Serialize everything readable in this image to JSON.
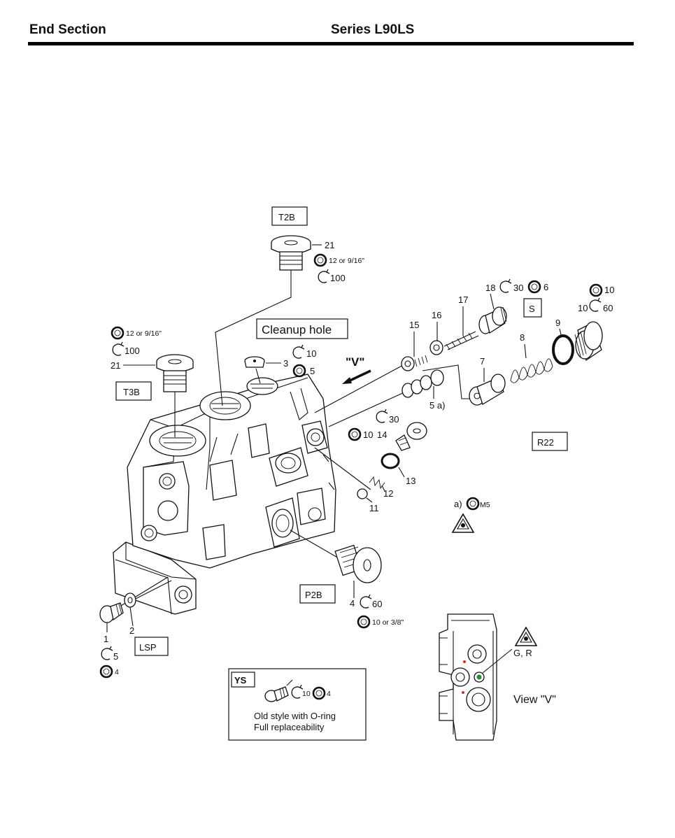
{
  "header": {
    "left_title": "End Section",
    "right_title": "Series L90LS"
  },
  "boxed_labels": {
    "t2b": "T2B",
    "t3b": "T3B",
    "cleanup": "Cleanup hole",
    "s": "S",
    "r22": "R22",
    "p2b": "P2B",
    "lsp": "LSP"
  },
  "view_arrow_label": "\"V\"",
  "callouts": {
    "n21_top": "21",
    "t2b_oring": "12 or 9/16\"",
    "t2b_torque": "100",
    "t3b_oring": "12 or 9/16\"",
    "t3b_torque": "100",
    "n21_left": "21",
    "n3": "3",
    "n3_torque": "10",
    "n3_oring": "5",
    "n15": "15",
    "n16": "16",
    "n17": "17",
    "n18": "18",
    "n18_torque": "30",
    "n18_oring": "6",
    "n10_oring": "10",
    "n10": "10",
    "n10_torque": "60",
    "n9": "9",
    "n8": "8",
    "n7": "7",
    "n5a": "5 a)",
    "n14_torque": "30",
    "n14_oring": "10",
    "n14": "14",
    "n13": "13",
    "n12": "12",
    "n11": "11",
    "note_a": "a)",
    "note_m5": "M5",
    "n4": "4",
    "n4_torque": "60",
    "n4_oring": "10 or 3/8\"",
    "n1": "1",
    "n1_torque": "5",
    "n1_oring": "4",
    "n2": "2"
  },
  "ys_box": {
    "tag": "YS",
    "torque": "10",
    "oring": "4",
    "line1": "Old style with O-ring",
    "line2": "Full replaceability"
  },
  "view_v": {
    "warning_codes": "G, R",
    "title": "View \"V\""
  },
  "icons": [
    "torque-arrow-icon",
    "o-ring-icon",
    "warning-triangle-icon"
  ]
}
